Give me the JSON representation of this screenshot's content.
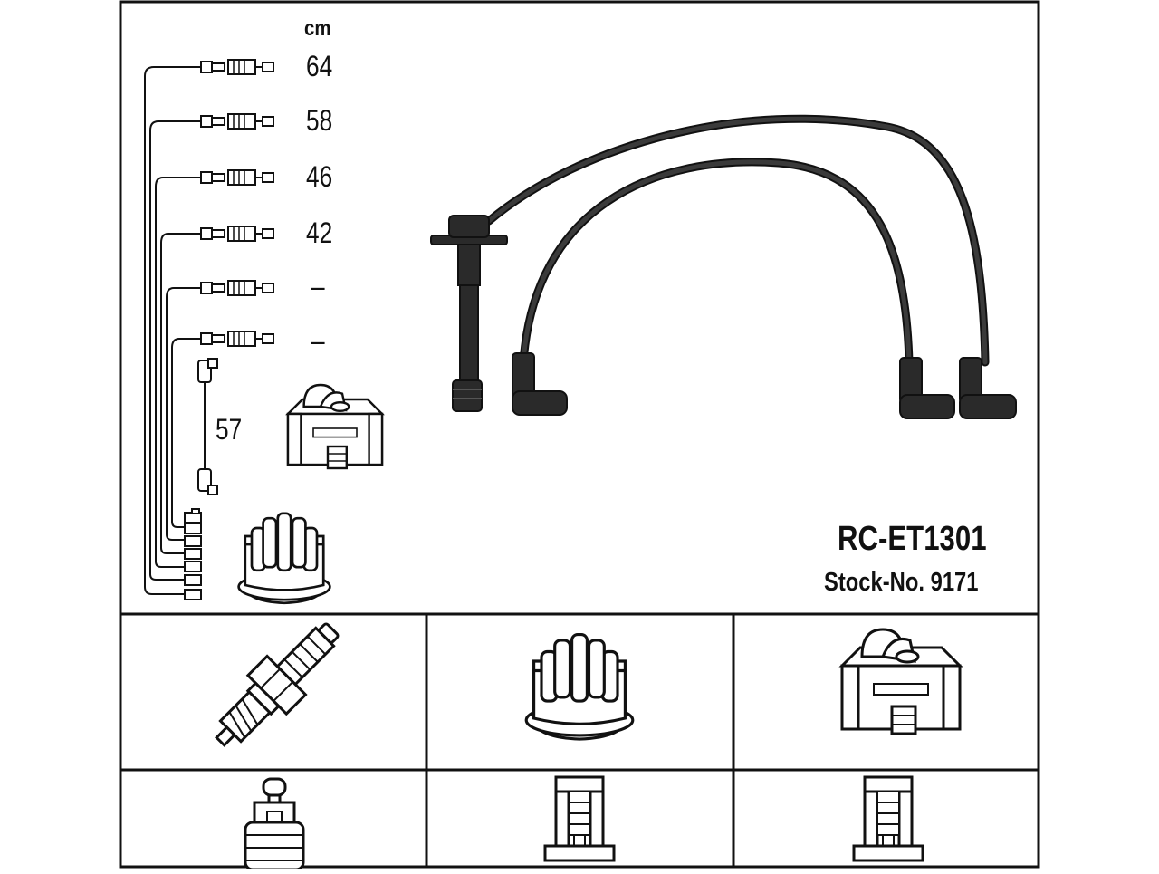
{
  "unit": "cm",
  "lengths": [
    "64",
    "58",
    "46",
    "42",
    "–",
    "–"
  ],
  "coil_lead_length": "57",
  "part_code": "RC-ET1301",
  "stock_number": "Stock-No. 9171",
  "colors": {
    "line": "#111111",
    "cable": "#2a2a2a",
    "background": "#ffffff"
  }
}
